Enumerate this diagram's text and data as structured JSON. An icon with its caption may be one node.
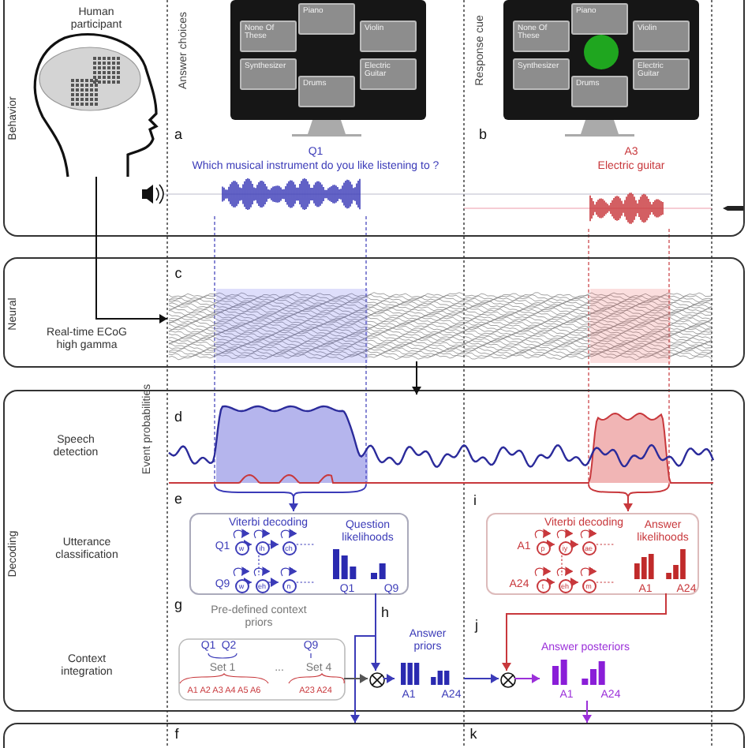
{
  "diagram": {
    "nodes": [
      {
        "text": [
          "Behavior"
        ]
      },
      {
        "text": [
          "Neural"
        ]
      },
      {
        "text": [
          "Decoding"
        ]
      },
      {
        "text": [],
        "shape": "box"
      },
      {
        "text": [
          "Human participant"
        ],
        "in": 0
      },
      {
        "text": [],
        "shape": "box",
        "in": 0
      },
      {
        "text": [
          "Piano"
        ],
        "in": 5
      },
      {
        "text": [
          "None Of These"
        ],
        "in": 5
      },
      {
        "text": [
          "Violin"
        ],
        "in": 5
      },
      {
        "text": [
          "Synthesizer"
        ],
        "in": 5
      },
      {
        "text": [
          "Electric Guitar"
        ],
        "in": 5
      },
      {
        "text": [
          "Drums"
        ],
        "in": 5
      },
      {
        "text": [],
        "shape": "box",
        "in": 0
      },
      {
        "text": [
          "Piano"
        ],
        "in": 12
      },
      {
        "text": [
          "None Of These"
        ],
        "in": 12
      },
      {
        "text": [
          "Violin"
        ],
        "in": 12
      },
      {
        "text": [
          "Synthesizer"
        ],
        "in": 12
      },
      {
        "text": [
          "Electric Guitar"
        ],
        "in": 12
      },
      {
        "text": [
          "Drums"
        ],
        "in": 12
      },
      {
        "text": [],
        "shape": "circle",
        "in": 12
      },
      {
        "text": [],
        "shape": "picture",
        "in": 1
      },
      {
        "text": [],
        "shape": "picture",
        "in": 2
      },
      {
        "text": [
          "Viterbi decoding",
          "Question likelihoods",
          "Q1",
          "Q9",
          "Q1",
          "Q9"
        ],
        "in": 2
      },
      {
        "text": [
          "w"
        ],
        "in": 22
      },
      {
        "text": [
          "ih"
        ],
        "in": 22
      },
      {
        "text": [
          "ch"
        ],
        "in": 22
      },
      {
        "text": [
          "w"
        ],
        "in": 22
      },
      {
        "text": [
          "eh"
        ],
        "in": 22
      },
      {
        "text": [
          "n"
        ],
        "in": 22
      },
      {
        "text": [
          "Viterbi decoding",
          "Answer likelihoods",
          "A1",
          "A24",
          "A1",
          "A24"
        ],
        "in": 2
      },
      {
        "text": [
          "p"
        ],
        "in": 29
      },
      {
        "text": [
          "iy"
        ],
        "in": 29
      },
      {
        "text": [
          "ae"
        ],
        "in": 29
      },
      {
        "text": [
          "t"
        ],
        "in": 29
      },
      {
        "text": [
          "eh"
        ],
        "in": 29
      },
      {
        "text": [
          "m"
        ],
        "in": 29
      },
      {
        "text": [
          "Pre-defined context priors",
          "Q1",
          "Q2",
          "Q9",
          "Set 1",
          "...",
          "Set 4",
          "A1 A2 A3 A4 A5 A6",
          "A23 A24"
        ],
        "in": 2
      },
      {
        "text": [],
        "shape": "circle",
        "in": 2
      },
      {
        "text": [
          "Answer priors",
          "A1",
          "A24"
        ],
        "in": 2
      },
      {
        "text": [],
        "shape": "circle",
        "in": 2
      },
      {
        "text": [
          "Answer posteriors",
          "A1",
          "A24"
        ],
        "in": 2
      }
    ],
    "edges": [
      {
        "from": 4,
        "to": 20,
        "arrow": "to",
        "color": "#111111"
      },
      {
        "from": 20,
        "to": 21,
        "arrow": "to",
        "color": "#111111"
      },
      {
        "from": 21,
        "to": 22,
        "arrow": "to",
        "color": "#3b3bb8"
      },
      {
        "from": 21,
        "to": 29,
        "arrow": "to",
        "color": "#c8383c"
      },
      {
        "from": 22,
        "to": 37,
        "arrow": "to",
        "color": "#3b3bb8"
      },
      {
        "from": 22,
        "to": 3,
        "arrow": "to",
        "color": "#3b3bb8"
      },
      {
        "from": 36,
        "to": 37,
        "arrow": "to",
        "color": "#555555"
      },
      {
        "from": 37,
        "to": 38,
        "arrow": "to",
        "color": "#3b3bb8"
      },
      {
        "from": 38,
        "to": 39,
        "arrow": "to",
        "color": "#3b3bb8"
      },
      {
        "from": 29,
        "to": 39,
        "arrow": "to",
        "color": "#c8383c"
      },
      {
        "from": 39,
        "to": 40,
        "arrow": "to",
        "color": "#9b30d9"
      },
      {
        "from": 40,
        "to": 3,
        "arrow": "to",
        "color": "#9b30d9"
      },
      {
        "from": 23,
        "to": 23,
        "arrow": "to",
        "color": "#3b3bb8"
      },
      {
        "from": 23,
        "to": 24,
        "arrow": "to",
        "color": "#3b3bb8"
      },
      {
        "from": 24,
        "to": 24,
        "arrow": "to",
        "color": "#3b3bb8"
      },
      {
        "from": 24,
        "to": 25,
        "arrow": "to",
        "color": "#3b3bb8"
      },
      {
        "from": 25,
        "to": 25,
        "arrow": "to",
        "color": "#3b3bb8"
      },
      {
        "from": 25,
        "to": null,
        "arrow": "none",
        "style": "dashed",
        "color": "#3b3bb8"
      },
      {
        "from": 24,
        "to": 27,
        "arrow": "none",
        "style": "dashed",
        "color": "#3b3bb8"
      },
      {
        "from": 26,
        "to": 26,
        "arrow": "to",
        "color": "#3b3bb8"
      },
      {
        "from": 26,
        "to": 27,
        "arrow": "to",
        "color": "#3b3bb8"
      },
      {
        "from": 27,
        "to": 27,
        "arrow": "to",
        "color": "#3b3bb8"
      },
      {
        "from": 27,
        "to": 28,
        "arrow": "to",
        "color": "#3b3bb8"
      },
      {
        "from": 28,
        "to": 28,
        "arrow": "to",
        "color": "#3b3bb8"
      },
      {
        "from": 28,
        "to": null,
        "arrow": "none",
        "style": "dashed",
        "color": "#3b3bb8"
      },
      {
        "from": 30,
        "to": 30,
        "arrow": "to",
        "color": "#c8383c"
      },
      {
        "from": 30,
        "to": 31,
        "arrow": "to",
        "color": "#c8383c"
      },
      {
        "from": 31,
        "to": 31,
        "arrow": "to",
        "color": "#c8383c"
      },
      {
        "from": 31,
        "to": 32,
        "arrow": "to",
        "color": "#c8383c"
      },
      {
        "from": 32,
        "to": 32,
        "arrow": "to",
        "color": "#c8383c"
      },
      {
        "from": 32,
        "to": null,
        "arrow": "none",
        "style": "dashed",
        "color": "#c8383c"
      },
      {
        "from": 31,
        "to": 34,
        "arrow": "none",
        "style": "dashed",
        "color": "#c8383c"
      },
      {
        "from": 33,
        "to": 33,
        "arrow": "to",
        "color": "#c8383c"
      },
      {
        "from": 33,
        "to": 34,
        "arrow": "to",
        "color": "#c8383c"
      },
      {
        "from": 34,
        "to": 34,
        "arrow": "to",
        "color": "#c8383c"
      },
      {
        "from": 34,
        "to": 35,
        "arrow": "to",
        "color": "#c8383c"
      },
      {
        "from": 35,
        "to": 35,
        "arrow": "to",
        "color": "#c8383c"
      },
      {
        "from": 35,
        "to": null,
        "arrow": "none",
        "style": "dashed",
        "color": "#c8383c"
      }
    ],
    "labels": [
      "Answer choices",
      "Response cue",
      "a",
      "b",
      "Q1",
      "Which musical instrument do you like listening to ?",
      "A3",
      "Electric guitar",
      "c",
      "Real-time ECoG high gamma",
      "d",
      "Event probabilities",
      "Speech detection",
      "e",
      "i",
      "Utterance classification",
      "g",
      "h",
      "j",
      "Context integration",
      "f",
      "k"
    ]
  }
}
